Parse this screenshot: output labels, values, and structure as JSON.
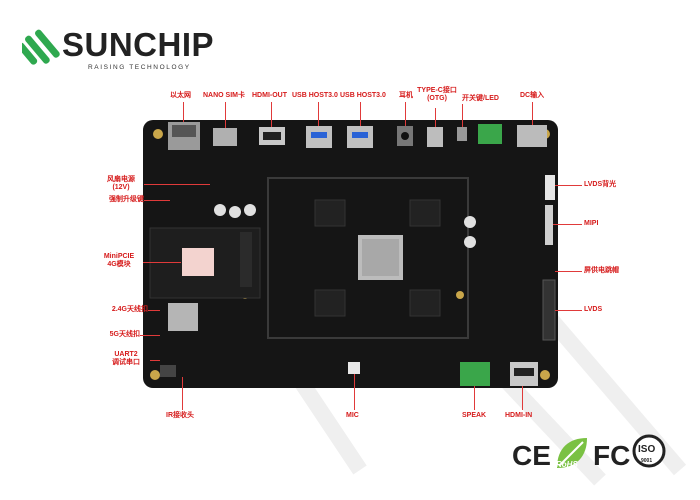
{
  "brand": {
    "name": "SUNCHIP",
    "tagline": "RAISING TECHNOLOGY"
  },
  "callouts": {
    "ethernet": "以太网",
    "nano_sim": "NANO SIM卡",
    "hdmi_out": "HDMI-OUT",
    "usb_host_1": "USB HOST3.0",
    "usb_host_2": "USB HOST3.0",
    "earphone": "耳机",
    "type_c_1": "TYPE-C接口",
    "type_c_2": "(OTG)",
    "power_led": "开关键/LED",
    "dc_in": "DC输入",
    "fan_power_1": "风扇电源",
    "fan_power_2": "(12V)",
    "force_upgrade": "强制升级键",
    "minipcie_1": "MiniPCIE",
    "minipcie_2": "4G模块",
    "antenna_24g": "2.4G天线扣",
    "antenna_5g": "5G天线扣",
    "uart2_1": "UART2",
    "uart2_2": "调试串口",
    "ir_receiver": "IR接收头",
    "mic": "MIC",
    "speak": "SPEAK",
    "hdmi_in": "HDMI-IN",
    "lvds_backlight": "LVDS背光",
    "mipi": "MIPI",
    "screen_power": "屏供电跳帽",
    "lvds": "LVDS"
  },
  "certifications": {
    "ce": "CE",
    "rohs": "RoHS",
    "fc": "FC",
    "iso": "ISO",
    "iso_number": "9001"
  },
  "colors": {
    "brand_green": "#2fa84f",
    "callout_red": "#d61b1b",
    "pcb_black": "#151515",
    "connector_green": "#3aa64a"
  }
}
